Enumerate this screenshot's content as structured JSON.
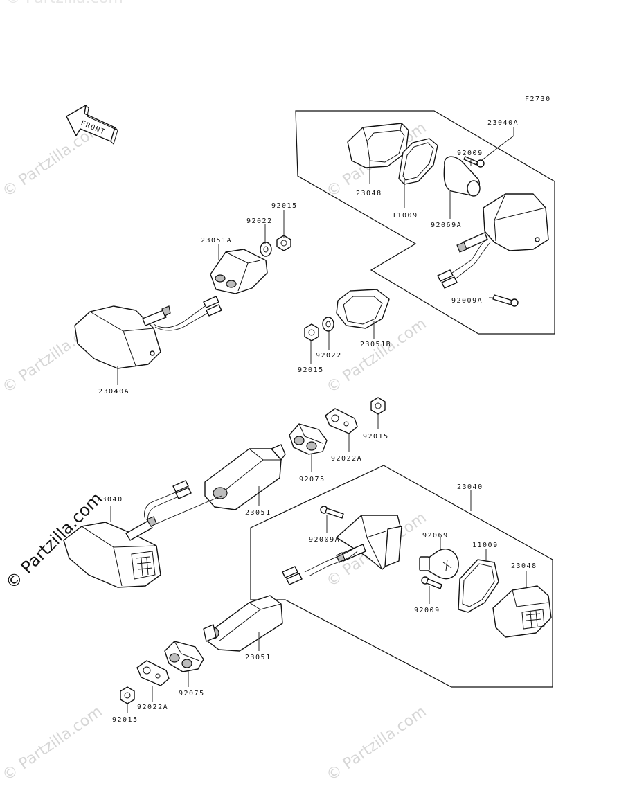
{
  "diagram": {
    "code": "F2730",
    "front_arrow_label": "FRONT",
    "watermark": "© Partzilla.com",
    "parts": {
      "p23040A_top": "23040A",
      "p92009_top": "92009",
      "p23048_top": "23048",
      "p11009_top": "11009",
      "p92069A": "92069A",
      "p92009A_top": "92009A",
      "p92015_a": "92015",
      "p92022_a": "92022",
      "p23051A": "23051A",
      "p23051B": "23051B",
      "p92022_b": "92022",
      "p92015_b": "92015",
      "p23040A_left": "23040A",
      "p92015_c": "92015",
      "p92022A_a": "92022A",
      "p92075_a": "92075",
      "p23040_left": "23040",
      "p23051_a": "23051",
      "p23040_box": "23040",
      "p92009A_bot": "92009A",
      "p92069": "92069",
      "p11009_bot": "11009",
      "p23048_bot": "23048",
      "p92009_bot": "92009",
      "p23051_b": "23051",
      "p92075_b": "92075",
      "p92022A_b": "92022A",
      "p92015_d": "92015"
    }
  }
}
